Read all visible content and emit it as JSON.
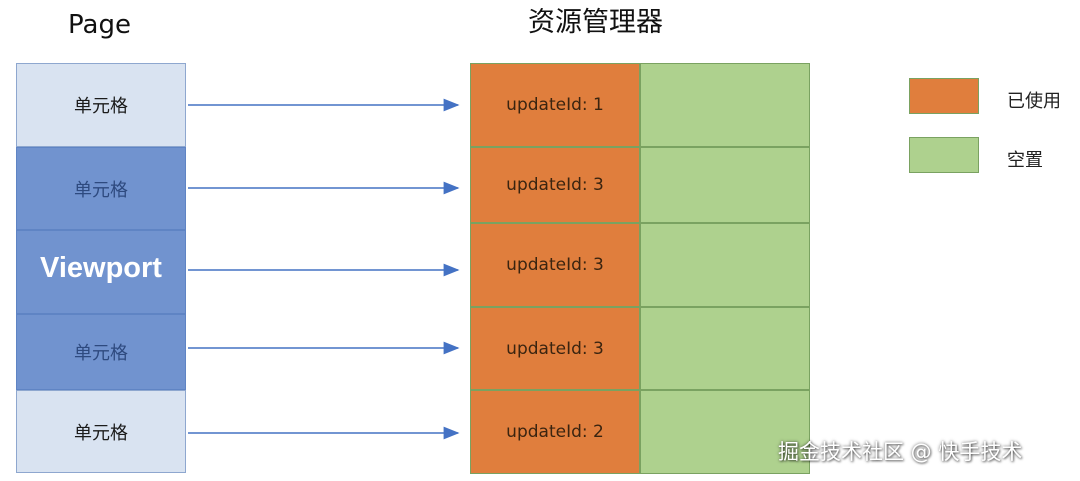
{
  "titles": {
    "page": "Page",
    "resource_manager": "资源管理器"
  },
  "page_cells": [
    {
      "label": "单元格",
      "in_viewport": false
    },
    {
      "label": "单元格",
      "in_viewport": true
    },
    {
      "label": "",
      "in_viewport": true
    },
    {
      "label": "单元格",
      "in_viewport": true
    },
    {
      "label": "单元格",
      "in_viewport": false
    }
  ],
  "viewport_label": "Viewport",
  "resource_slots": [
    {
      "used": "updateId: 1"
    },
    {
      "used": "updateId: 3"
    },
    {
      "used": "updateId: 3"
    },
    {
      "used": "updateId: 3"
    },
    {
      "used": "updateId: 2"
    }
  ],
  "legend": {
    "used": "已使用",
    "free": "空置"
  },
  "colors": {
    "used": "#e07e3d",
    "free": "#aed18e",
    "page_cell": "#d9e3f1",
    "viewport": "#7193cf",
    "arrow": "#4472c4"
  },
  "watermark": "掘金技术社区 @ 快手技术"
}
